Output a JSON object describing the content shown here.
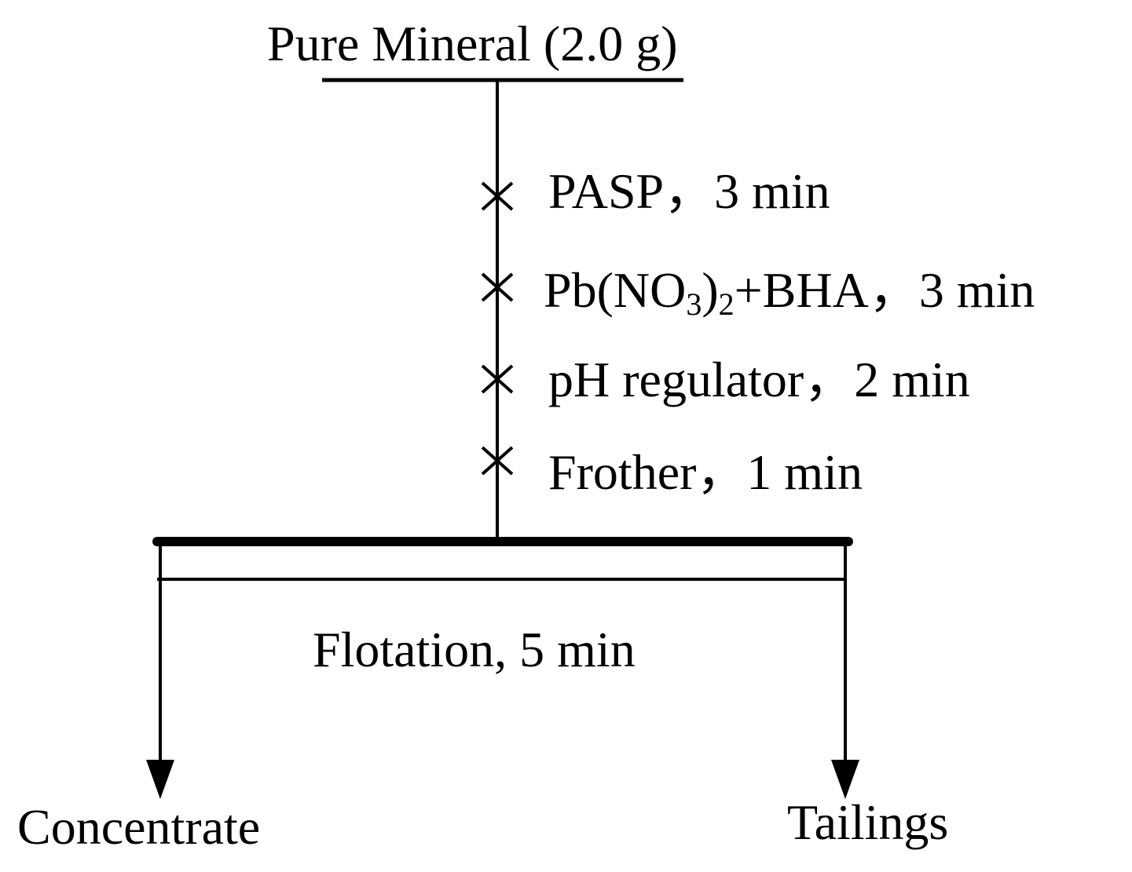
{
  "title": "Pure Mineral (2.0 g)",
  "steps": [
    {
      "text": "PASP，3 min"
    },
    {
      "prefix": "Pb(NO",
      "sub1": "3",
      "mid": ")",
      "sub2": "2",
      "suffix": "+BHA，3 min"
    },
    {
      "text": "pH regulator，2 min"
    },
    {
      "text": "Frother，1 min"
    }
  ],
  "step_marker_icon": "cross-icon",
  "flotation": "Flotation, 5 min",
  "outputs": {
    "concentrate": "Concentrate",
    "tailings": "Tailings"
  },
  "colors": {
    "line": "#000000",
    "background": "#ffffff"
  }
}
